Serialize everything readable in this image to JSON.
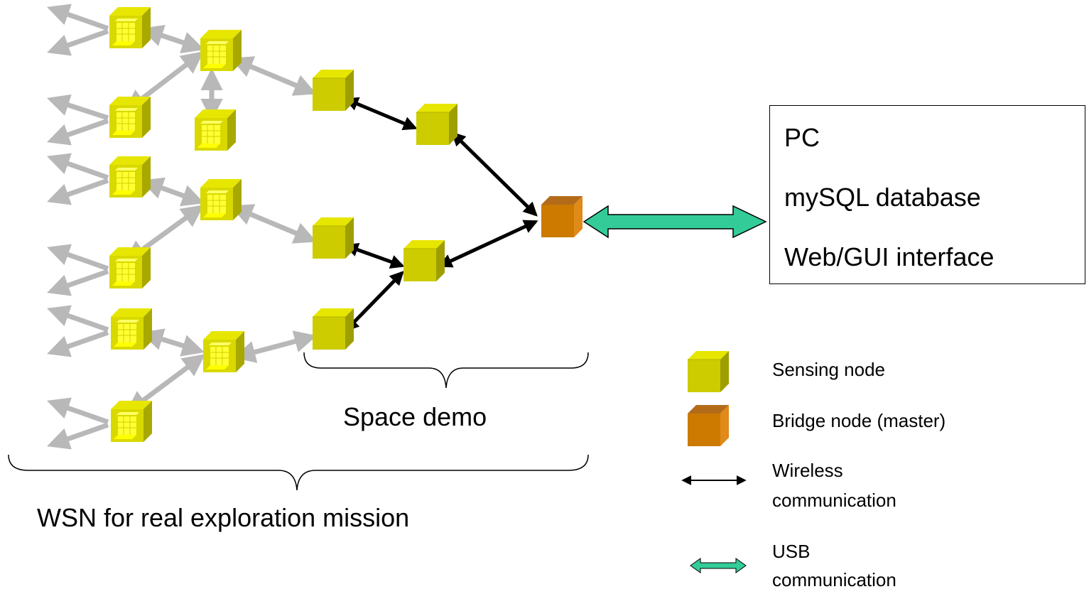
{
  "pc_box": {
    "lines": [
      "PC",
      "mySQL database",
      "Web/GUI interface"
    ]
  },
  "labels": {
    "space_demo": "Space demo",
    "wsn_mission": "WSN for real exploration mission"
  },
  "legend": {
    "sensing_node": "Sensing node",
    "bridge_node": "Bridge node (master)",
    "wireless_line1": "Wireless",
    "wireless_line2": "communication",
    "usb_line1": "USB",
    "usb_line2": "communication"
  },
  "colors": {
    "sensing_node": "#cccc00",
    "sensing_node_grid": "#ffff33",
    "bridge_node": "#cc7700",
    "wireless_link": "#000000",
    "relay_link": "#b8b8b8",
    "usb_link": "#33cc99"
  }
}
